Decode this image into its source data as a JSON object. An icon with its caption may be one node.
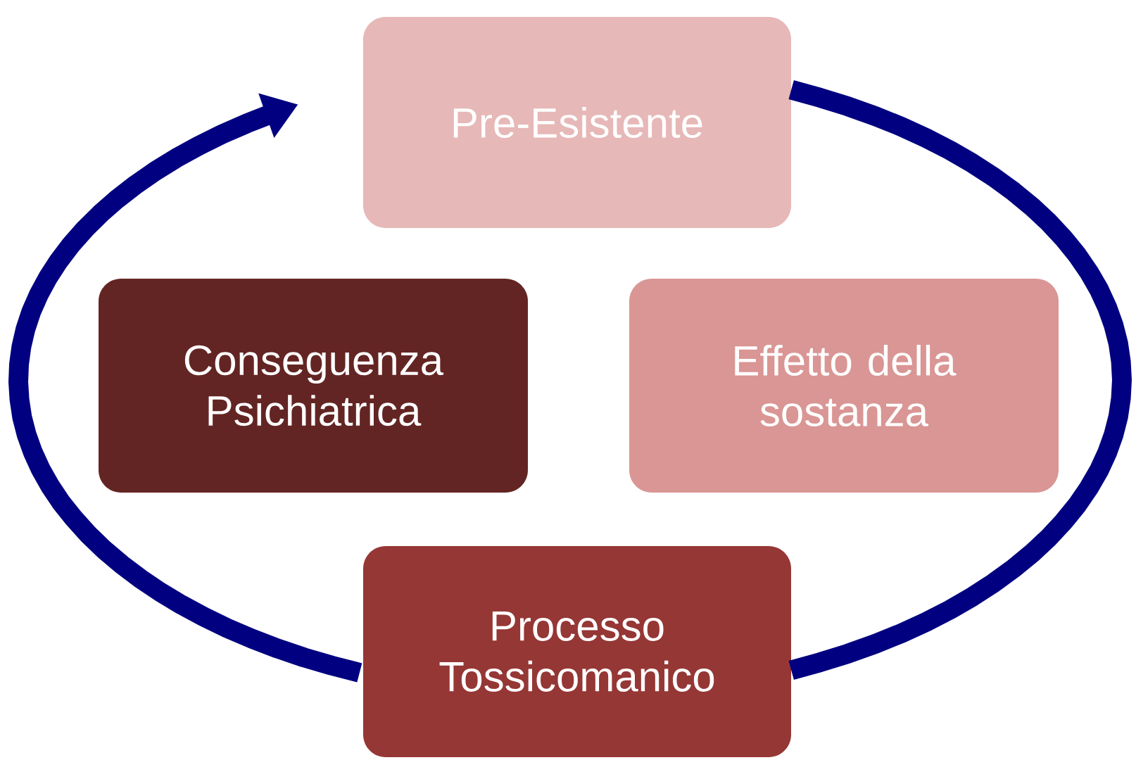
{
  "diagram": {
    "nodes": [
      {
        "text": [
          "Pre-Esistente"
        ]
      },
      {
        "text": [
          "Conseguenza Psichiatrica"
        ]
      },
      {
        "text": [
          "Effetto della sostanza"
        ]
      },
      {
        "text": [
          "Processo Tossicomanico"
        ]
      }
    ],
    "edges": [
      {
        "from": 0,
        "to": 3,
        "arrow": "none"
      },
      {
        "from": 3,
        "to": 0,
        "arrow": "to"
      }
    ]
  }
}
